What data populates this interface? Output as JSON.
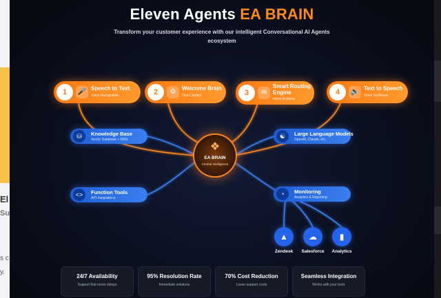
{
  "left_fragments": [
    "El",
    "Su",
    "s c",
    "y."
  ],
  "header": {
    "title_main": "Eleven Agents",
    "title_accent": "EA BRAIN",
    "subtitle": "Transform your customer experience with our intelligent Conversational AI Agents ecosystem"
  },
  "pipeline": [
    {
      "num": "1",
      "title": "Speech to Text",
      "sub": "Voice Recognition",
      "icon": "microphone-icon"
    },
    {
      "num": "2",
      "title": "Welcome Brain",
      "sub": "First Contact",
      "icon": "robot-icon"
    },
    {
      "num": "3",
      "title": "Smart Routing Engine",
      "title_line1": "Smart Routing",
      "title_line2": "Engine",
      "sub": "Intent Analysis",
      "icon": "chat-icon"
    },
    {
      "num": "4",
      "title": "Text to Speech",
      "sub": "Voice Synthesis",
      "icon": "speaker-icon"
    }
  ],
  "hub": {
    "title": "EA BRAIN",
    "sub": "Central Intelligence",
    "icon": "brain-icon"
  },
  "modules": {
    "knowledge": {
      "title": "Knowledge Base",
      "sub": "Vector Database + RAG",
      "icon": "database-icon"
    },
    "llm": {
      "title": "Large Language Models",
      "sub": "OpenAI, Claude, etc.",
      "icon": "brain-icon"
    },
    "functions": {
      "title": "Function Tools",
      "sub": "API Integrations",
      "icon": "code-icon"
    },
    "monitoring": {
      "title": "Monitoring",
      "sub": "Analytics & Reporting",
      "icon": "gauge-icon"
    }
  },
  "integrations": [
    {
      "label": "Zendesk",
      "icon": "zendesk-icon"
    },
    {
      "label": "Salesforce",
      "icon": "cloud-icon"
    },
    {
      "label": "Analytics",
      "icon": "bar-chart-icon"
    }
  ],
  "stats": [
    {
      "title": "24/7 Availability",
      "sub": "Support that never sleeps"
    },
    {
      "title": "95% Resolution Rate",
      "sub": "Immediate solutions"
    },
    {
      "title": "70% Cost Reduction",
      "sub": "Lower support costs"
    },
    {
      "title": "Seamless Integration",
      "sub": "Works with your tools"
    }
  ],
  "colors": {
    "orange": "#ff8a1e",
    "blue": "#2f6fe8",
    "background": "#0a0d18"
  }
}
